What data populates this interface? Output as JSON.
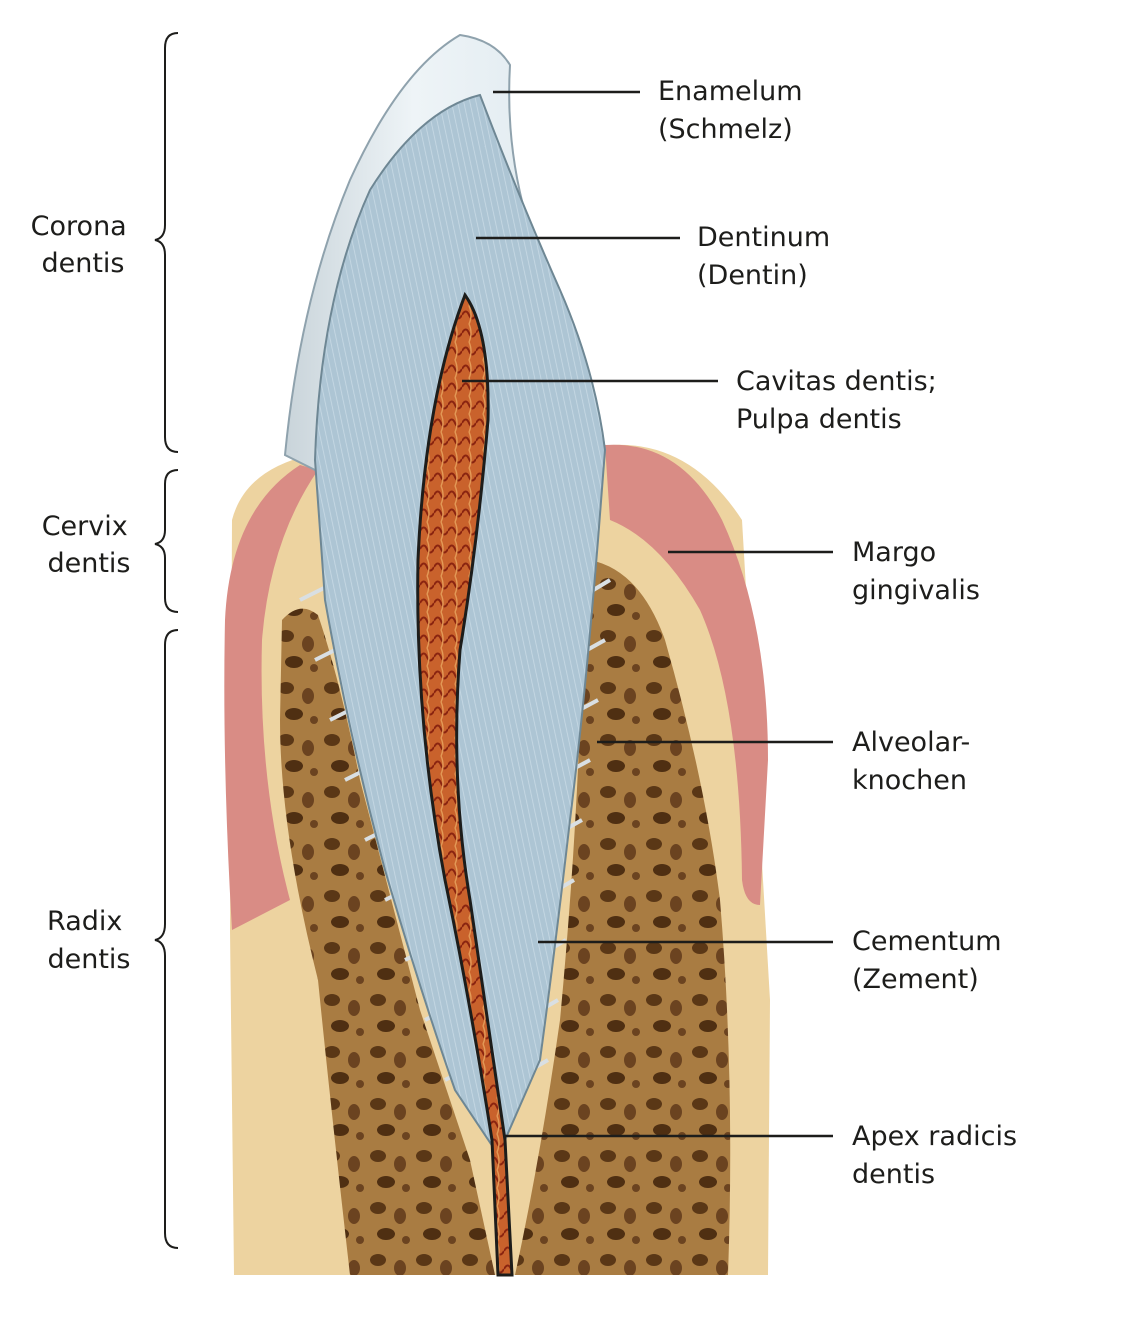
{
  "regions": {
    "corona": [
      "Corona",
      "dentis"
    ],
    "cervix": [
      "Cervix",
      "dentis"
    ],
    "radix": [
      "Radix",
      "dentis"
    ]
  },
  "labels": {
    "enamelum": [
      "Enamelum",
      "(Schmelz)"
    ],
    "dentinum": [
      "Dentinum",
      "(Dentin)"
    ],
    "cavitas": [
      "Cavitas dentis;",
      "Pulpa dentis"
    ],
    "margo": [
      "Margo",
      "gingivalis"
    ],
    "alveolar": [
      "Alveolar-",
      "knochen"
    ],
    "cementum": [
      "Cementum",
      "(Zement)"
    ],
    "apex": [
      "Apex radicis",
      "dentis"
    ]
  },
  "colors": {
    "background": "#ffffff",
    "enamel": "#e9f1f5",
    "dentin": "#aac3d2",
    "pulp": "#b8471f",
    "gingiva": "#d98c85",
    "connective_tissue": "#edd3a0",
    "bone": "#a77a3f",
    "leader_line": "#1d1d1b"
  }
}
